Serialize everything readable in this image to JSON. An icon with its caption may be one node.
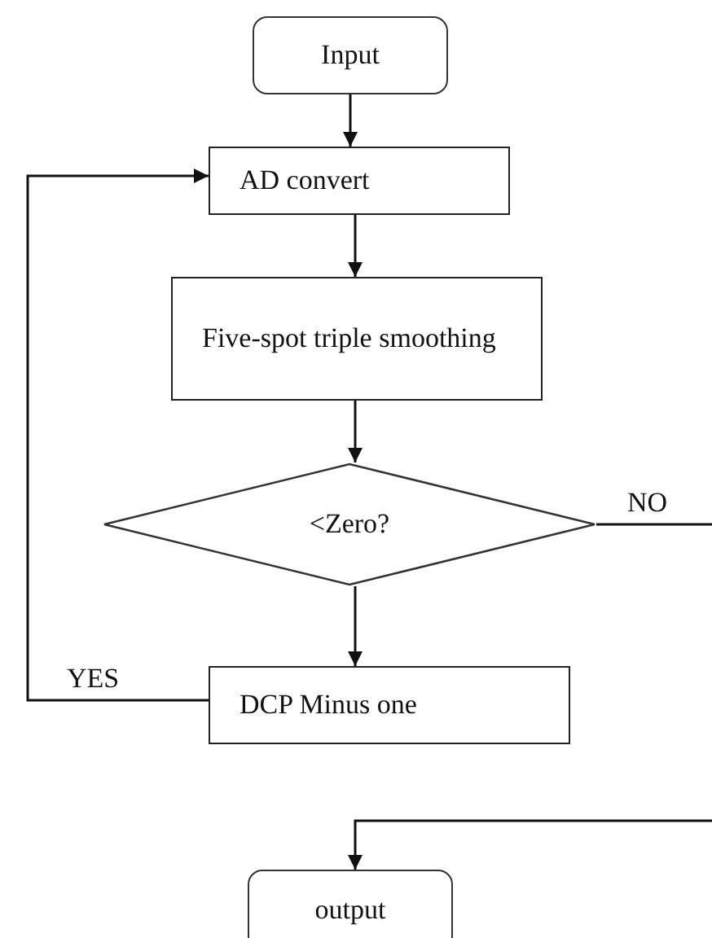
{
  "diagram": {
    "nodes": [
      {
        "text": [
          "Input"
        ]
      },
      {
        "text": [
          "AD convert"
        ]
      },
      {
        "text": [
          "Five-spot triple smoothing"
        ]
      },
      {
        "text": [
          "<Zero?"
        ]
      },
      {
        "text": [
          "DCP Minus one"
        ]
      },
      {
        "text": [
          "output"
        ]
      }
    ],
    "edges": [
      {
        "from": 0,
        "to": 1,
        "arrow": "to"
      },
      {
        "from": 1,
        "to": 2,
        "arrow": "to"
      },
      {
        "from": 2,
        "to": 3,
        "arrow": "to"
      },
      {
        "from": 3,
        "to": 4,
        "arrow": "to"
      },
      {
        "from": 4,
        "to": 1,
        "label": "YES",
        "arrow": "to"
      },
      {
        "from": 3,
        "to": null,
        "label": "NO",
        "arrow": "none"
      },
      {
        "from": null,
        "to": 5,
        "arrow": "to"
      }
    ]
  }
}
